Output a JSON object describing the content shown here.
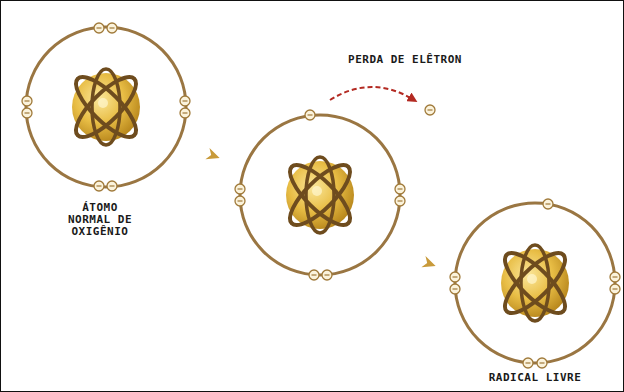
{
  "diagram": {
    "labels": [
      "PERDA DE ELÊTRON",
      "ÁTOMO NORMAL DE OXIGÊNIO",
      "RADICAL LIVRE"
    ]
  }
}
